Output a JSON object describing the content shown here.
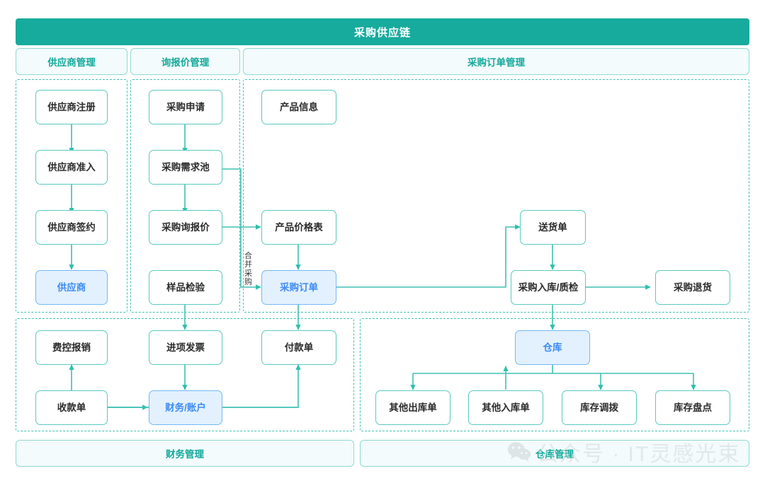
{
  "header": {
    "title": "采购供应链"
  },
  "sections": [
    {
      "id": "supplier",
      "label": "供应商管理"
    },
    {
      "id": "inquiry",
      "label": "询报价管理"
    },
    {
      "id": "order",
      "label": "采购订单管理"
    },
    {
      "id": "finance",
      "label": "财务管理"
    },
    {
      "id": "warehouse",
      "label": "仓库管理"
    }
  ],
  "nodes": {
    "supplier_register": {
      "label": "供应商注册",
      "highlight": false
    },
    "supplier_access": {
      "label": "供应商准入",
      "highlight": false
    },
    "supplier_contract": {
      "label": "供应商签约",
      "highlight": false
    },
    "supplier": {
      "label": "供应商",
      "highlight": true
    },
    "purchase_request": {
      "label": "采购申请",
      "highlight": false
    },
    "demand_pool": {
      "label": "采购需求池",
      "highlight": false
    },
    "purchase_inquiry": {
      "label": "采购询报价",
      "highlight": false
    },
    "sample_check": {
      "label": "样品检验",
      "highlight": false
    },
    "product_info": {
      "label": "产品信息",
      "highlight": false
    },
    "price_list": {
      "label": "产品价格表",
      "highlight": false
    },
    "purchase_order": {
      "label": "采购订单",
      "highlight": true
    },
    "delivery_note": {
      "label": "送货单",
      "highlight": false
    },
    "inbound_qc": {
      "label": "采购入库/质检",
      "highlight": false
    },
    "purchase_return": {
      "label": "采购退货",
      "highlight": false
    },
    "expense_claim": {
      "label": "费控报销",
      "highlight": false
    },
    "input_invoice": {
      "label": "进项发票",
      "highlight": false
    },
    "payment_note": {
      "label": "付款单",
      "highlight": false
    },
    "receipt_note": {
      "label": "收款单",
      "highlight": false
    },
    "finance_account": {
      "label": "财务/账户",
      "highlight": true
    },
    "warehouse": {
      "label": "仓库",
      "highlight": true
    },
    "other_outbound": {
      "label": "其他出库单",
      "highlight": false
    },
    "other_inbound": {
      "label": "其他入库单",
      "highlight": false
    },
    "stock_transfer": {
      "label": "库存调拨",
      "highlight": false
    },
    "stock_count": {
      "label": "库存盘点",
      "highlight": false
    }
  },
  "edge_labels": {
    "merge_purchase": "合并采购"
  },
  "watermark": {
    "text": "公众号 · IT灵感光束"
  },
  "colors": {
    "brand": "#17ab9d",
    "line": "#3fc0b4",
    "node_border": "#5bc9c0",
    "pill_bg": "#f3fbfc",
    "pill_text": "#13a99c",
    "highlight_bg": "#e3f1fe",
    "highlight_border": "#72b8f6",
    "highlight_text": "#3d8bf2",
    "node_text": "#2b2b2b"
  }
}
